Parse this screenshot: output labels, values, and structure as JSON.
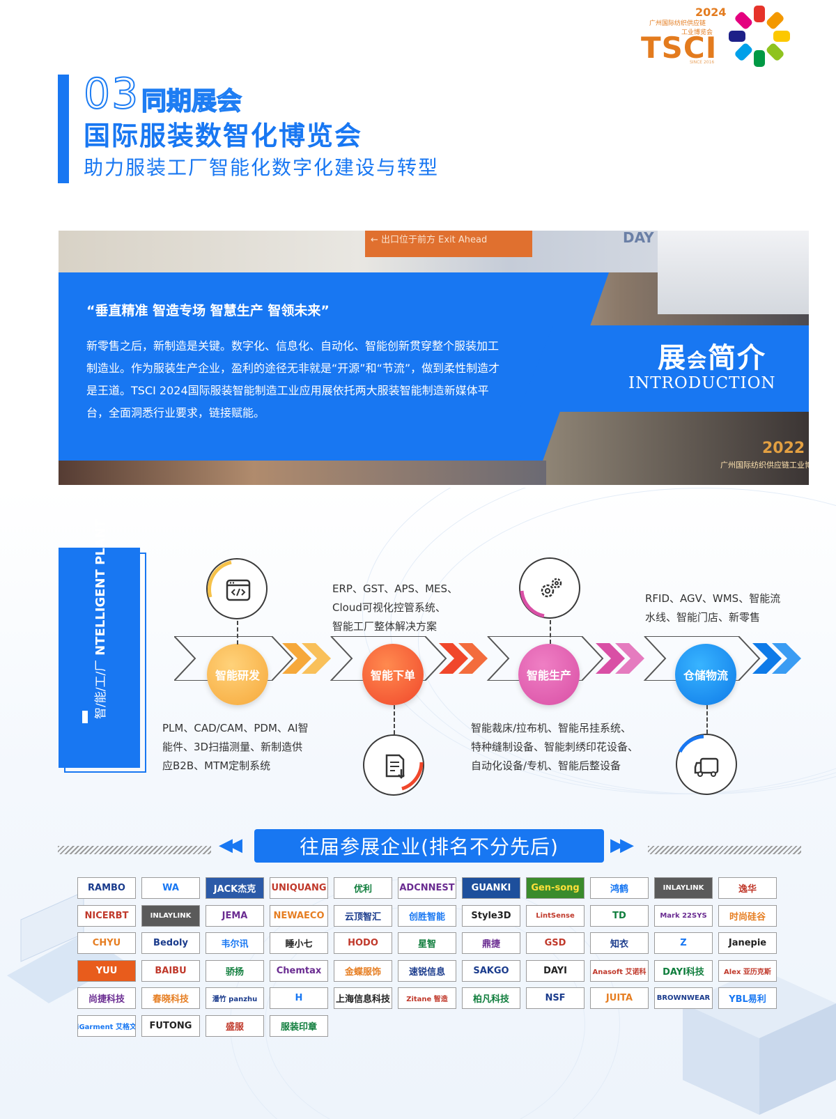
{
  "logo": {
    "year": "2024",
    "cn_line1": "广州国际纺织供应链",
    "cn_line2": "工业博览会",
    "brand": "TSCI",
    "since": "SINCE 2016",
    "wheel_colors": [
      "#e6332a",
      "#f39800",
      "#fcc800",
      "#8fc31f",
      "#009944",
      "#00a0e9",
      "#1d2088",
      "#e4007f"
    ]
  },
  "header": {
    "number": "03",
    "subtitle": "同期展会",
    "title": "国际服装数智化博览会",
    "description": "助力服装工厂智能化数字化建设与转型"
  },
  "intro": {
    "slogan": "“垂直精准 智造专场 智慧生产 智领未来”",
    "paragraph": "新零售之后，新制造是关键。数字化、信息化、自动化、智能创新贯穿整个服装加工制造业。作为服装生产企业，盈利的途径无非就是“开源”和“节流”，做到柔性制造才是王道。TSCI 2024国际服装智能制造工业应用展依托两大服装智能制造新媒体平台，全面洞悉行业要求，链接赋能。",
    "title_cn_a": "展",
    "title_cn_b": "会",
    "title_cn_c": "简介",
    "title_en": "INTRODUCTION",
    "photo_sign_exit": "← 出口位于前方  Exit Ahead",
    "photo_sign_day": "DAY",
    "watermark_year": "2022",
    "watermark_text": "广州国际纺织供应链工业博览会"
  },
  "plant": {
    "label_cn": "智/能/工/厂",
    "label_en": "NTELLIGENT PLANT",
    "stages": [
      {
        "name": "智能研发",
        "color": "#f6a83a"
      },
      {
        "name": "智能下单",
        "color": "#f0472b"
      },
      {
        "name": "智能生产",
        "color": "#d94fa5"
      },
      {
        "name": "仓储物流",
        "color": "#0e7ae8"
      }
    ],
    "text_rd": [
      "PLM、CAD/CAM、PDM、AI智",
      "能件、3D扫描测量、新制造供",
      "应B2B、MTM定制系统"
    ],
    "text_order": [
      "ERP、GST、APS、MES、",
      "Cloud可视化控管系统、",
      "智能工厂整体解决方案"
    ],
    "text_prod": [
      "智能裁床/拉布机、智能吊挂系统、",
      "特种缝制设备、智能刺绣印花设备、",
      "自动化设备/专机、智能后整设备"
    ],
    "text_logistics": [
      "RFID、AGV、WMS、智能流",
      "水线、智能门店、新零售"
    ],
    "icons": [
      "code-window-icon",
      "gears-icon",
      "document-download-icon",
      "delivery-truck-icon"
    ]
  },
  "exhibitors": {
    "title": "往届参展企业(排名不分先后)",
    "rows": [
      [
        "RAMBO",
        "WA",
        "JACK杰克",
        "UNIQUANG",
        "优利",
        "ADCNNEST",
        "GUANKI",
        "Gen-song",
        "鸿鹤",
        "INLAYLINK",
        "逸华"
      ],
      [
        "NICERBT",
        "INLAYLINK",
        "JEMA",
        "NEWAECO",
        "云顶智汇",
        "创胜智能",
        "Style3D",
        "LintSense",
        "TD",
        "Mark 22SYS",
        "时尚硅谷"
      ],
      [
        "CHYU",
        "Bedoly",
        "韦尔讯",
        "睡小七",
        "HODO",
        "星智",
        "鼎捷",
        "GSD",
        "知衣",
        "Z",
        "Janepie"
      ],
      [
        "YUU",
        "BAIBU",
        "骄扬",
        "Chemtax",
        "金蝶服饰",
        "速锐信息",
        "SAKGO",
        "DAYI",
        "Anasoft 艾诺科",
        "DAYI科技",
        "Alex 亚历克斯"
      ],
      [
        "尚捷科技",
        "春晓科技",
        "潘竹 panzhu",
        "H",
        "上海信息科技",
        "Zitane 智造",
        "柏凡科技",
        "NSF",
        "JUITA",
        "BROWNWEAR",
        "YBL易利"
      ],
      [
        "iGarment 艾格文",
        "FUTONG",
        "盛服",
        "服装印章"
      ]
    ]
  }
}
